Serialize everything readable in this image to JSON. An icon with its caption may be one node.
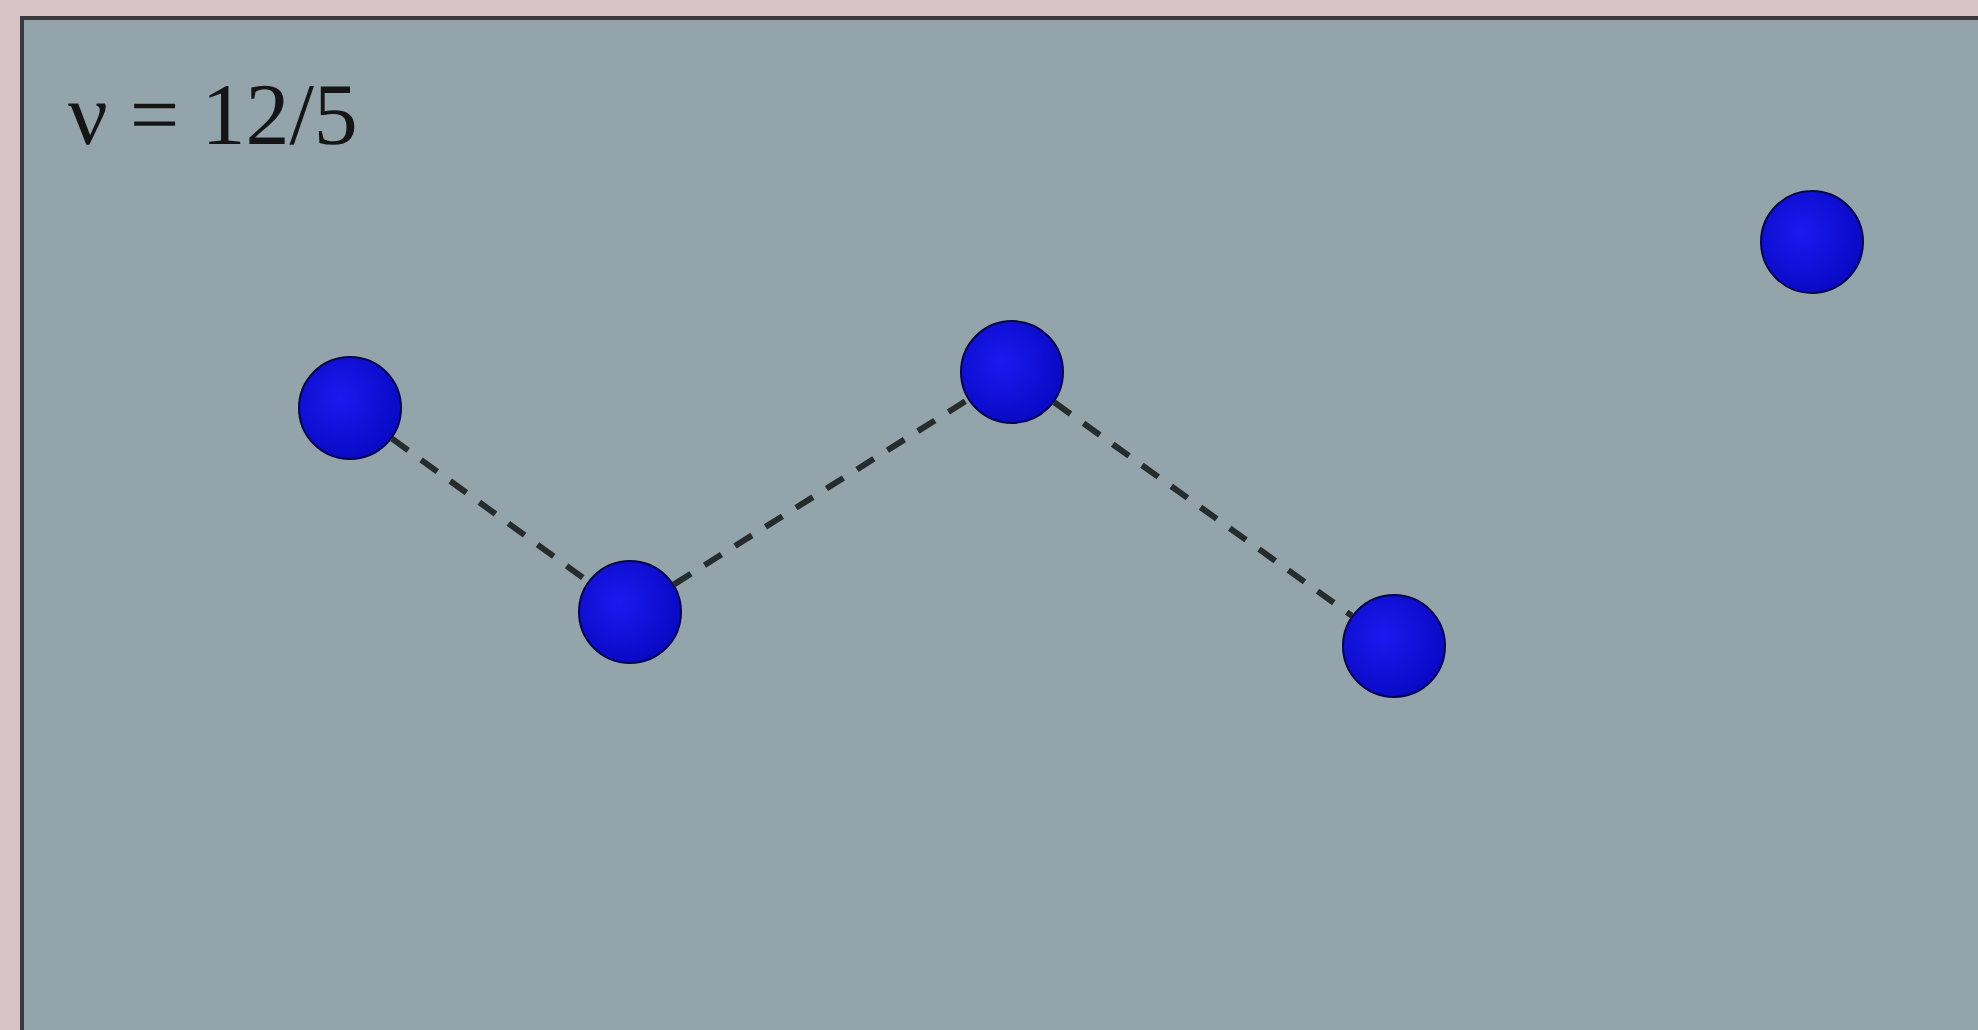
{
  "diagram": {
    "nodes": [
      {
        "text": [],
        "shape": "circle"
      },
      {
        "text": [],
        "shape": "circle"
      },
      {
        "text": [],
        "shape": "circle"
      },
      {
        "text": [],
        "shape": "circle"
      },
      {
        "text": [],
        "shape": "circle"
      }
    ],
    "edges": [
      {
        "from": 0,
        "to": 1,
        "arrow": "none",
        "style": "dashed"
      },
      {
        "from": 1,
        "to": 2,
        "arrow": "none",
        "style": "dashed"
      },
      {
        "from": 2,
        "to": 3,
        "arrow": "none",
        "style": "dashed"
      }
    ],
    "labels": [
      "ν = 12/5"
    ]
  }
}
